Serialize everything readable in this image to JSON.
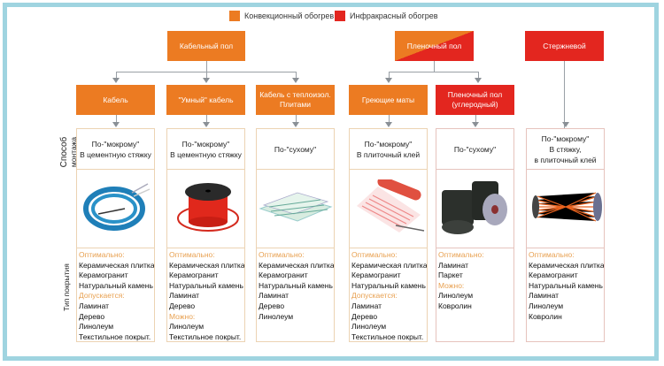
{
  "legend": {
    "convection": {
      "label": "Конвекционный обогрев",
      "color": "#ec7b22"
    },
    "infrared": {
      "label": "Инфракрасный обогрев",
      "color": "#e3261f"
    }
  },
  "top_nodes": {
    "cable_floor": "Кабельный пол",
    "film_floor": "Пленочный пол",
    "rod": "Стержневой"
  },
  "row_labels": {
    "method": "Способ монтажа",
    "method_line1": "Способ",
    "method_line2": "монтажа",
    "covering": "Тип покрытия"
  },
  "columns": [
    {
      "title": "Кабель",
      "heating": "convection",
      "image": "blue-cable-coil",
      "method": [
        "По-\"мокрому\"",
        "В цементную стяжку"
      ],
      "covering": [
        {
          "type": "heading",
          "text": "Оптимально:"
        },
        {
          "type": "item",
          "text": "Керамическая плитка"
        },
        {
          "type": "item",
          "text": "Керамогранит"
        },
        {
          "type": "item",
          "text": "Натуральный камень"
        },
        {
          "type": "heading",
          "text": "Допускается:"
        },
        {
          "type": "item",
          "text": "Ламинат"
        },
        {
          "type": "item",
          "text": "Дерево"
        },
        {
          "type": "item",
          "text": "Линолеум"
        },
        {
          "type": "item",
          "text": "Текстильное покрыт."
        }
      ]
    },
    {
      "title": "\"Умный\" кабель",
      "heating": "convection",
      "image": "red-cable-spool",
      "method": [
        "По-\"мокрому\"",
        "В цементную стяжку"
      ],
      "covering": [
        {
          "type": "heading",
          "text": "Оптимально:"
        },
        {
          "type": "item",
          "text": "Керамическая плитка"
        },
        {
          "type": "item",
          "text": "Керамогранит"
        },
        {
          "type": "item",
          "text": "Натуральный камень"
        },
        {
          "type": "item",
          "text": "Ламинат"
        },
        {
          "type": "item",
          "text": "Дерево"
        },
        {
          "type": "heading",
          "text": "Можно:"
        },
        {
          "type": "item",
          "text": "Линолеум"
        },
        {
          "type": "item",
          "text": "Текстильное покрыт."
        }
      ]
    },
    {
      "title": "Кабель с теплоизол. Плитами",
      "heating": "convection",
      "image": "insulation-plates",
      "method": [
        "По-\"сухому\""
      ],
      "covering": [
        {
          "type": "heading",
          "text": "Оптимально:"
        },
        {
          "type": "item",
          "text": "Керамическая плитка"
        },
        {
          "type": "item",
          "text": "Керамогранит"
        },
        {
          "type": "item",
          "text": "Натуральный камень"
        },
        {
          "type": "item",
          "text": "Ламинат"
        },
        {
          "type": "item",
          "text": "Дерево"
        },
        {
          "type": "item",
          "text": "Линолеум"
        }
      ]
    },
    {
      "title": "Греющие маты",
      "heating": "convection",
      "image": "heating-mat-roll",
      "method": [
        "По-\"мокрому\"",
        "В плиточный клей"
      ],
      "covering": [
        {
          "type": "heading",
          "text": "Оптимально:"
        },
        {
          "type": "item",
          "text": "Керамическая плитка"
        },
        {
          "type": "item",
          "text": "Керамогранит"
        },
        {
          "type": "item",
          "text": "Натуральный камень"
        },
        {
          "type": "heading",
          "text": "Допускается:"
        },
        {
          "type": "item",
          "text": "Ламинат"
        },
        {
          "type": "item",
          "text": "Дерево"
        },
        {
          "type": "item",
          "text": "Линолеум"
        },
        {
          "type": "item",
          "text": "Текстильное покрыт."
        }
      ]
    },
    {
      "title": "Пленочный пол (углеродный)",
      "heating": "infrared",
      "image": "carbon-film-rolls",
      "method": [
        "По-\"сухому\""
      ],
      "covering": [
        {
          "type": "heading",
          "text": "Оптимально:"
        },
        {
          "type": "item",
          "text": "Ламинат"
        },
        {
          "type": "item",
          "text": "Паркет"
        },
        {
          "type": "heading",
          "text": "Можно:"
        },
        {
          "type": "item",
          "text": "Линолеум"
        },
        {
          "type": "item",
          "text": "Ковролин"
        }
      ]
    },
    {
      "title": "Стержневой",
      "heating": "infrared",
      "image": "rod-bundle",
      "method": [
        "По-\"мокрому\"",
        "В стяжку,",
        "в плиточный клей"
      ],
      "covering": [
        {
          "type": "heading",
          "text": "Оптимально:"
        },
        {
          "type": "item",
          "text": "Керамическая плитка"
        },
        {
          "type": "item",
          "text": "Керамогранит"
        },
        {
          "type": "item",
          "text": "Натуральный камень"
        },
        {
          "type": "item",
          "text": "Ламинат"
        },
        {
          "type": "item",
          "text": "Линолеум"
        },
        {
          "type": "item",
          "text": "Ковролин"
        }
      ]
    }
  ]
}
